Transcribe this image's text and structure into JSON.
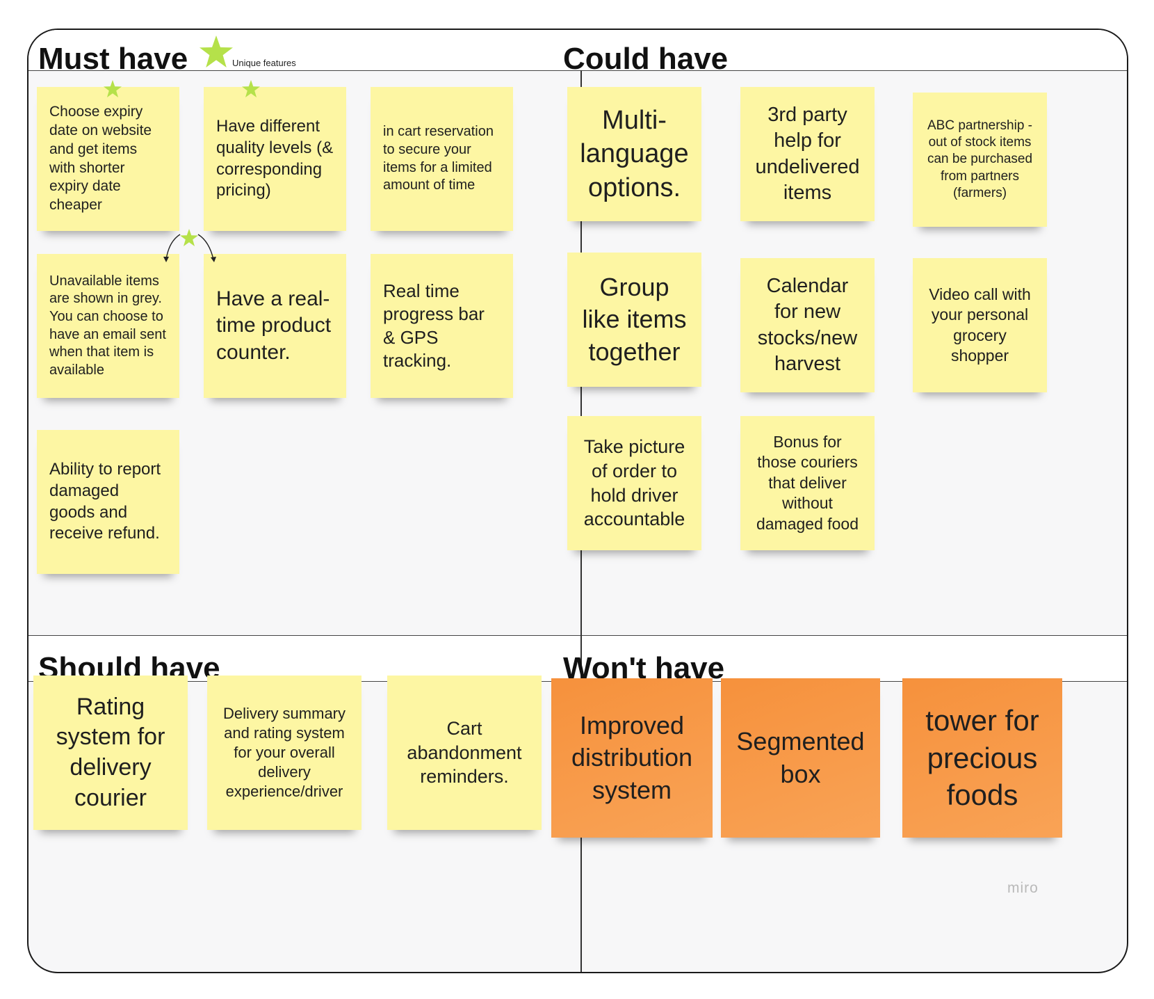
{
  "sections": {
    "must_have": "Must have",
    "could_have": "Could have",
    "should_have": "Should have",
    "wont_have": "Won't have"
  },
  "legend": {
    "star_label": "Unique features",
    "star_color": "#b5e14a"
  },
  "notes": {
    "must": [
      "Choose expiry date on website and get items with shorter expiry date cheaper",
      "Have different quality levels (& corresponding pricing)",
      "in cart reservation to secure your items for a limited amount of time",
      "Unavailable items are shown in grey. You can choose to have an email sent when that item is available",
      "Have a real-time product counter.",
      "Real time progress bar & GPS tracking.",
      "Ability to report damaged goods and receive refund."
    ],
    "could": [
      "Multi-language options.",
      "3rd party help for undelivered items",
      "ABC partnership - out of stock items can be purchased from partners (farmers)",
      "Group like items together",
      "Calendar for new stocks/new harvest",
      "Video call with your personal grocery shopper",
      "Take picture of order to hold driver accountable",
      "Bonus for those couriers that deliver without damaged food"
    ],
    "should": [
      "Rating system for delivery courier",
      "Delivery summary and rating system for your overall delivery experience/driver",
      "Cart abandonment reminders."
    ],
    "wont": [
      "Improved distribution system",
      "Segmented box",
      "tower for precious foods"
    ]
  },
  "colors": {
    "yellow_note": "#fdf6a3",
    "orange_note": "#f6913c"
  },
  "watermark": "miro"
}
